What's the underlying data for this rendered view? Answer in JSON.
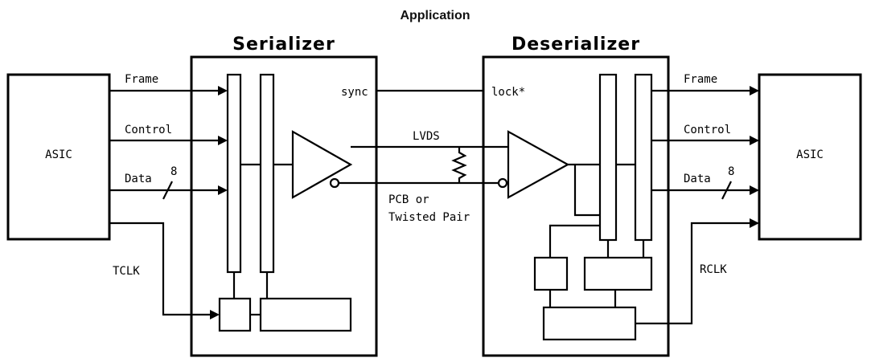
{
  "title": "Application",
  "blocks": {
    "serializer": "Serializer",
    "deserializer": "Deserializer",
    "asic_left": "ASIC",
    "asic_right": "ASIC"
  },
  "signals": {
    "frame_left": "Frame",
    "control_left": "Control",
    "data_left": "Data",
    "bus_width_left": "8",
    "tclk": "TCLK",
    "sync": "sync",
    "lock": "lock*",
    "lvds": "LVDS",
    "medium_line1": "PCB or",
    "medium_line2": "Twisted Pair",
    "frame_right": "Frame",
    "control_right": "Control",
    "data_right": "Data",
    "bus_width_right": "8",
    "rclk": "RCLK"
  }
}
